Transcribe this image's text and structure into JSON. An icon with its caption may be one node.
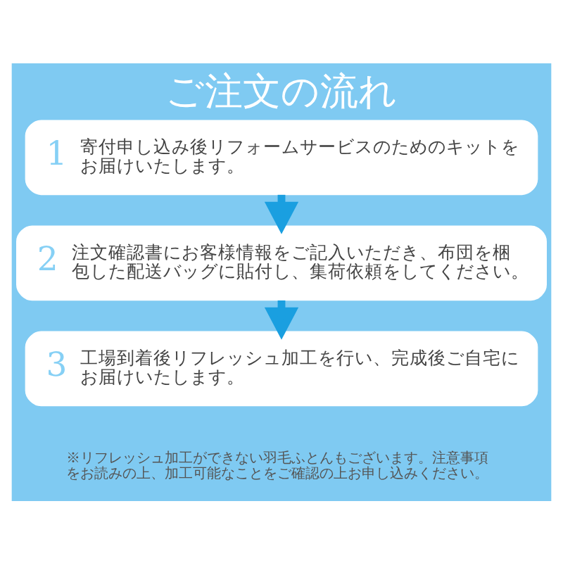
{
  "diagram": {
    "title": "ご注文の流れ",
    "nodes": [
      {
        "text": [
          "1",
          "寄付申し込み後リフォームサービスのためのキットをお届けいたします。"
        ]
      },
      {
        "text": [
          "2",
          "注文確認書にお客様情報をご記入いただき、布団を梱包した配送バッグに貼付し、集荷依頼をしてください。"
        ]
      },
      {
        "text": [
          "3",
          "工場到着後リフレッシュ加工を行い、完成後ご自宅にお届けいたします。"
        ]
      }
    ],
    "edges": [
      {
        "from": 0,
        "to": 1,
        "arrow": "to"
      },
      {
        "from": 1,
        "to": 2,
        "arrow": "to"
      }
    ],
    "labels": [
      "※リフレッシュ加工ができない羽毛ふとんもございます。注意事項をお読みの上、加工可能なことをご確認の上お申し込みください。"
    ]
  }
}
